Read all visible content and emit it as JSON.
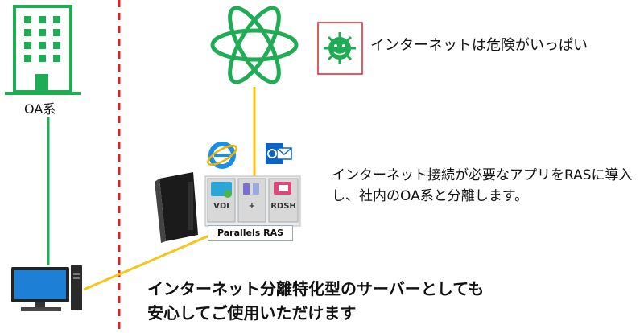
{
  "zones": {
    "oa_label": "OA系"
  },
  "internet": {
    "threat_text": "インターネットは危険がいっぱい",
    "threat_icon": "virus-icon"
  },
  "ras": {
    "tiles": [
      "VDI",
      "+",
      "RDSH"
    ],
    "banner": "Parallels RAS",
    "app_icons": [
      "internet-explorer-icon",
      "outlook-icon"
    ]
  },
  "description": "インターネット接続が必要なアプリをRASに導入し、社内のOA系と分離します。",
  "headline": {
    "line1": "インターネット分離特化型のサーバーとしても",
    "line2": "安心してご使用いただけます"
  },
  "colors": {
    "green": "#1fac55",
    "yellow": "#f5c518",
    "divider": "#e0202a"
  }
}
